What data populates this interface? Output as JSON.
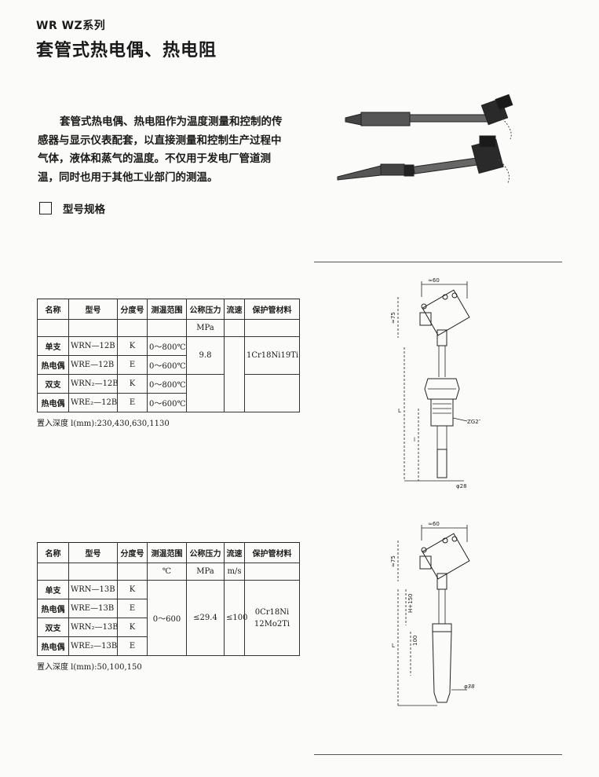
{
  "header": {
    "series": "WR WZ系列",
    "title": "套管式热电偶、热电阻"
  },
  "intro_text": "套管式热电偶、热电阻作为温度测量和控制的传感器与显示仪表配套，以直接测量和控制生产过程中气体，液体和蒸气的温度。不仅用于发电厂管道测温，同时也用于其他工业部门的测温。",
  "section": {
    "label": "型号规格"
  },
  "table1": {
    "headers": [
      "名称",
      "型号",
      "分度号",
      "测温范围",
      "公称压力",
      "流速",
      "保护管材料"
    ],
    "units": [
      "",
      "",
      "",
      "",
      "MPa",
      "",
      ""
    ],
    "names": [
      "单支",
      "热电偶",
      "双支",
      "热电偶"
    ],
    "models": [
      "WRN—12B",
      "WRE—12B",
      "WRN₂—12B",
      "WRE₂—12B"
    ],
    "grades": [
      "K",
      "E",
      "K",
      "E"
    ],
    "ranges": [
      "0～800℃",
      "0～600℃",
      "0～800℃",
      "0～600℃"
    ],
    "pressure": "9.8",
    "material": "1Cr18Ni19Ti",
    "depth_note": "置入深度  l(mm):230,430,630,1130"
  },
  "table2": {
    "headers": [
      "名称",
      "型号",
      "分度号",
      "测温范围",
      "公称压力",
      "流速",
      "保护管材料"
    ],
    "units": [
      "",
      "",
      "",
      "℃",
      "MPa",
      "m/s",
      ""
    ],
    "names": [
      "单支",
      "热电偶",
      "双支",
      "热电偶"
    ],
    "models": [
      "WRN—13B",
      "WRE—13B",
      "WRN₂—13B",
      "WRE₂—13B"
    ],
    "grades": [
      "K",
      "E",
      "K",
      "E"
    ],
    "range": "0～600",
    "pressure": "≤29.4",
    "flow": "≤100",
    "material_line1": "0Cr18Ni",
    "material_line2": "12Mo2Ti",
    "depth_note": "置入深度  l(mm):50,100,150"
  },
  "diagram1": {
    "dim_top": "≈60",
    "dim_side": "≈75",
    "dim_L": "L",
    "dim_l": "l",
    "thread": "ZG2″",
    "dia": "φ28"
  },
  "diagram2": {
    "dim_top": "≈60",
    "dim_side": "≈75",
    "dim_H": "H+150",
    "dim_L": "L",
    "dim_100": "100",
    "dia": "φ38"
  }
}
